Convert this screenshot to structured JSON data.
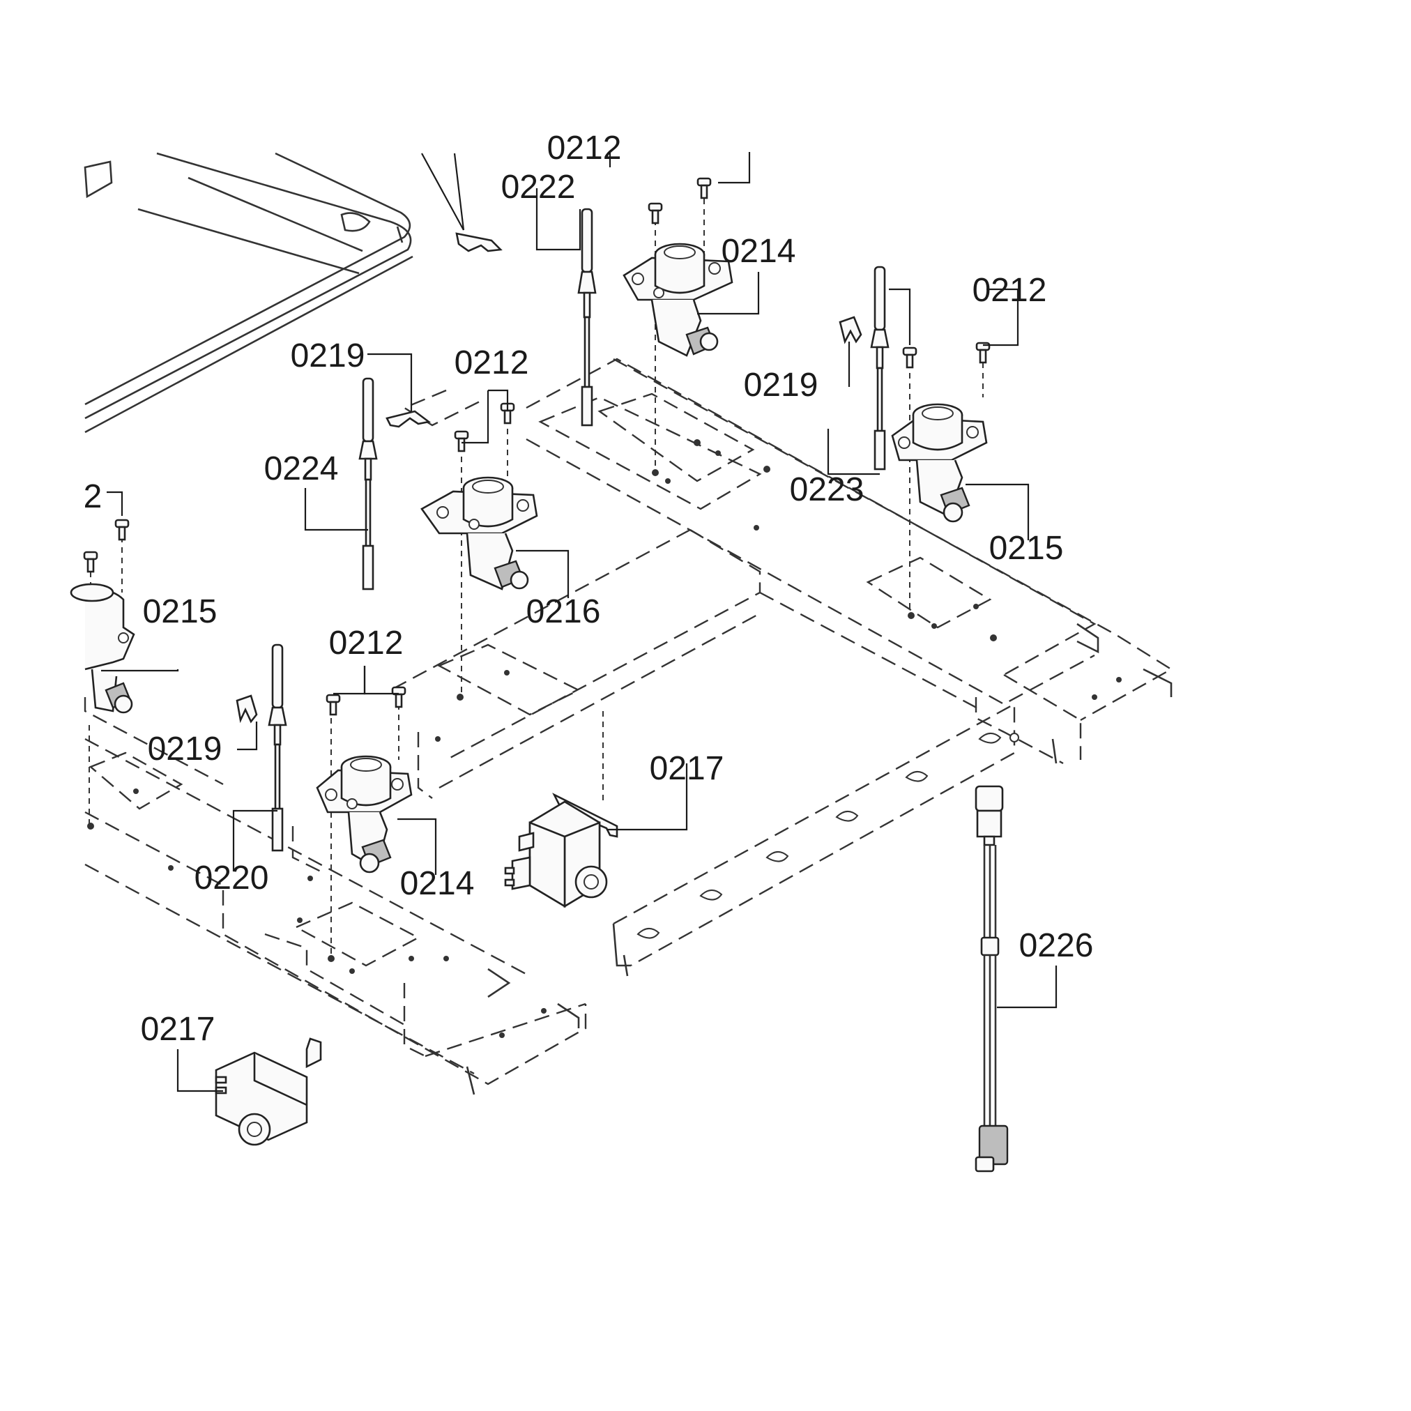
{
  "labels": [
    {
      "id": "c1",
      "text": "0212"
    },
    {
      "id": "c2",
      "text": "0222"
    },
    {
      "id": "c3",
      "text": "0214"
    },
    {
      "id": "c4",
      "text": "0212"
    },
    {
      "id": "c5",
      "text": "0219"
    },
    {
      "id": "c6",
      "text": "0219"
    },
    {
      "id": "c7",
      "text": "0212"
    },
    {
      "id": "c8",
      "text": "0224"
    },
    {
      "id": "c9",
      "text": "0223"
    },
    {
      "id": "c10",
      "text": "0215"
    },
    {
      "id": "c11",
      "text": "2"
    },
    {
      "id": "c12",
      "text": "0215"
    },
    {
      "id": "c13",
      "text": "0216"
    },
    {
      "id": "c14",
      "text": "0212"
    },
    {
      "id": "c15",
      "text": "0219"
    },
    {
      "id": "c16",
      "text": "0217"
    },
    {
      "id": "c17",
      "text": "0220"
    },
    {
      "id": "c18",
      "text": "0214"
    },
    {
      "id": "c19",
      "text": "0226"
    },
    {
      "id": "c20",
      "text": "0217"
    }
  ]
}
